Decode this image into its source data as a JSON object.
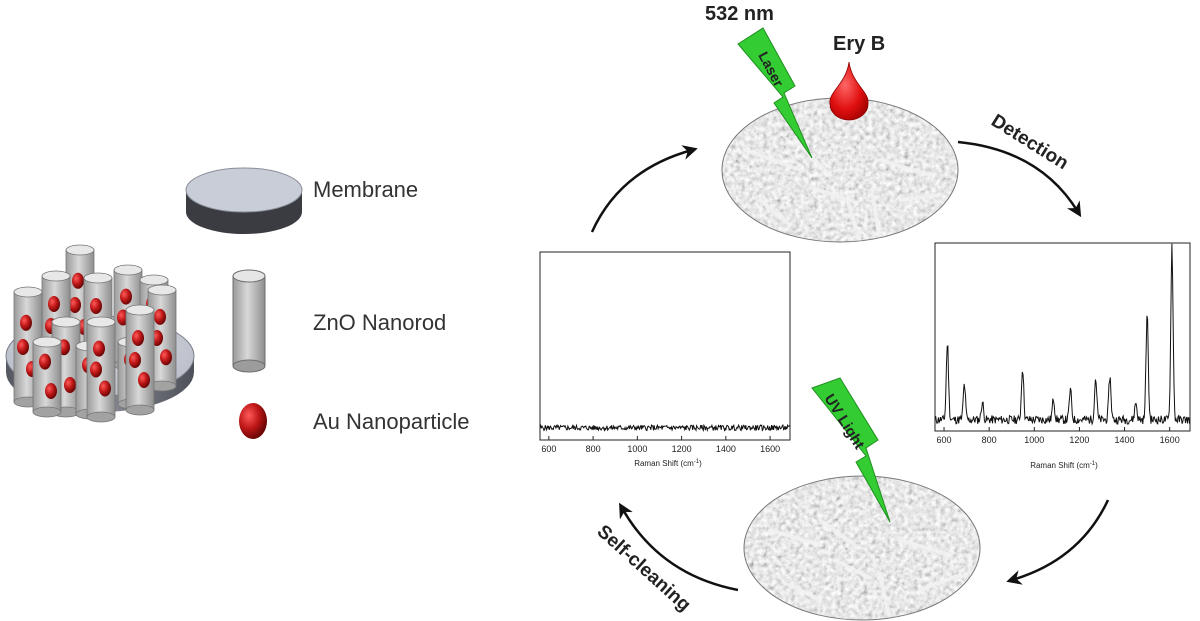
{
  "legend": {
    "membrane": "Membrane",
    "nanorod": "ZnO Nanorod",
    "nanoparticle": "Au Nanoparticle"
  },
  "labels": {
    "wavelength": "532 nm",
    "laser": "Laser",
    "analyte": "Ery B",
    "detection": "Detection",
    "uv_light": "UV Light",
    "self_cleaning": "Self-cleaning"
  },
  "colors": {
    "laser_green": "#33cc33",
    "droplet_red": "#dd1111",
    "nanoparticle_red": "#b51414",
    "membrane_gray": "#c9cdd8"
  },
  "spectra": {
    "axis_title": "Raman Shift (cm",
    "axis_title_sup": "-1",
    "axis_title_end": ")",
    "x_ticks": [
      "600",
      "800",
      "1000",
      "1200",
      "1400",
      "1600"
    ],
    "before": {
      "peaks": [
        {
          "x": 615,
          "h": 0.44
        },
        {
          "x": 690,
          "h": 0.2
        },
        {
          "x": 770,
          "h": 0.1
        },
        {
          "x": 948,
          "h": 0.3
        },
        {
          "x": 1085,
          "h": 0.12
        },
        {
          "x": 1160,
          "h": 0.17
        },
        {
          "x": 1272,
          "h": 0.24
        },
        {
          "x": 1335,
          "h": 0.25
        },
        {
          "x": 1450,
          "h": 0.1
        },
        {
          "x": 1500,
          "h": 0.6
        },
        {
          "x": 1610,
          "h": 1.0
        }
      ]
    },
    "after": {
      "peaks": []
    }
  }
}
